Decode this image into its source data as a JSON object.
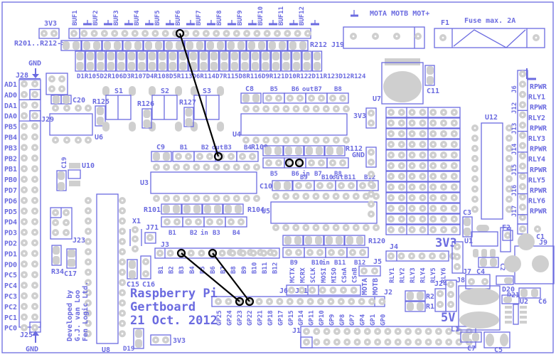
{
  "board": {
    "title_lines": [
      "Raspberry Pi",
      "Gertboard",
      "21 Oct. 2012"
    ],
    "credit_lines": [
      "Developed by",
      "G.J. van Loo",
      "Fen Logic Ltd."
    ],
    "colors": {
      "silkscreen": "#6b6be0",
      "pad": "#cfcfcf",
      "wire": "#000000",
      "background": "#ffffff"
    }
  },
  "top_area": {
    "label_3v3": "3V3",
    "buffers": [
      "BUF1",
      "BUF2",
      "BUF3",
      "BUF4",
      "BUF5",
      "BUF6",
      "BUF7",
      "BUF8",
      "BUF9",
      "BUF10",
      "BUF11",
      "BUF12"
    ],
    "resistor_range_label": "R201..R212->",
    "r212_label": "R212",
    "led_resistor_labels": [
      "D1",
      "R105",
      "D2",
      "R106",
      "D3",
      "R107",
      "D4",
      "R108",
      "D5",
      "R113",
      "D6",
      "R114",
      "D7",
      "R115",
      "D8",
      "R116",
      "D9",
      "R121",
      "D10",
      "R122",
      "D11",
      "R123",
      "D12",
      "R124"
    ],
    "motor_labels": "MOTA MOTB MOT+",
    "j19_label": "J19",
    "fuse_ref": "F1",
    "fuse_label": "Fuse max. 2A"
  },
  "left_header": {
    "j28_label": "J28",
    "gnd_top": "GND",
    "pins": [
      "AD1",
      "AD0",
      "DA1",
      "DA0",
      "PB5",
      "PB4",
      "PB3",
      "PB2",
      "PB1",
      "PB0",
      "PD7",
      "PD6",
      "PD5",
      "PD4",
      "PD3",
      "PD2",
      "PD1",
      "PD0",
      "PC5",
      "PC4",
      "PC3",
      "PC2",
      "PC1",
      "PC0"
    ],
    "j25_label": "J25",
    "gnd_bottom": "GND"
  },
  "components": {
    "c20": "C20",
    "r125": "R125",
    "j29": "J29",
    "u6": "U6",
    "s1": "S1",
    "s2": "S2",
    "s3": "S3",
    "r126": "R126",
    "r127": "R127",
    "c19": "C19",
    "u10": "U10",
    "u8": "U8",
    "j23": "J23",
    "r34": "R34",
    "c17": "C17",
    "x1": "X1",
    "j71": "J71",
    "c15": "C15",
    "c16": "C16",
    "d19": "D19",
    "label_3v3_bottom": "3V3",
    "c8": "C8",
    "u4": "U4",
    "u7": "U7",
    "c11": "C11",
    "label_3v3_mid": "3V3",
    "c9": "C9",
    "u3": "U3",
    "r109": "R109",
    "r112": "R112",
    "gnd_mid": "GND",
    "r101": "R101",
    "r104": "R104",
    "c10": "C10",
    "u5": "U5",
    "r120": "R120",
    "u12": "U12",
    "c3": "C3",
    "u1": "U1",
    "f2": "F2",
    "c1": "C1",
    "j9": "J9",
    "c2": "C2",
    "c4": "C4",
    "j7": "J7",
    "j8": "J8",
    "d20": "D20",
    "d21": "D21",
    "u2": "U2",
    "c6": "C6",
    "j24": "J24",
    "r1": "R1",
    "r2": "R2",
    "label_5v": "5V",
    "label_3v3_right": "3V3",
    "l1": "L1",
    "c7": "C7",
    "c5": "C5"
  },
  "buffer_headers": {
    "u4_out": [
      "B5",
      "B6",
      "out",
      "B7",
      "B8"
    ],
    "u3_out": [
      "B1",
      "B2",
      "out",
      "B3",
      "B4"
    ],
    "u3_in": [
      "B1",
      "B2",
      "in",
      "B3",
      "B4"
    ],
    "u5_in_top": [
      "B5",
      "B6",
      "in",
      "B7",
      "B8"
    ],
    "u5_out": [
      "B9",
      "B10",
      "out",
      "B11",
      "B12"
    ],
    "u5_in_bottom": [
      "B9",
      "B10",
      "in",
      "B11",
      "B12"
    ]
  },
  "j3": {
    "label": "J3",
    "pins": [
      "B1",
      "B2",
      "B3",
      "B4",
      "B5",
      "B6",
      "B7",
      "B8",
      "B9",
      "B10",
      "B11",
      "B12"
    ]
  },
  "j2": {
    "label": "J2",
    "j64_label": "J64",
    "pins": [
      "GP25",
      "GP24",
      "GP23",
      "GP22",
      "GP21",
      "GP18",
      "GP17",
      "GP15",
      "GP14",
      "GP11",
      "GP10",
      "GP9",
      "GP8",
      "GP7",
      "GP4",
      "GP1",
      "GP0"
    ]
  },
  "j11": {
    "label": "J11",
    "pins": [
      "MCTX",
      "MCRX",
      "SCLK",
      "MOSI",
      "MISO",
      "CSnA",
      "CSnB"
    ]
  },
  "j5": {
    "label": "J5",
    "pins": [
      "MOTA",
      "MOTB"
    ]
  },
  "j4": {
    "label": "J4",
    "pins": [
      "RLY1",
      "RLY2",
      "RLY3",
      "RLY4",
      "RLY5",
      "RLY6"
    ]
  },
  "j1": {
    "label": "J1"
  },
  "relay_header": {
    "connectors": [
      "J6",
      "J12",
      "J13",
      "J14",
      "J15",
      "J16",
      "J17"
    ],
    "labels": [
      "RPWR",
      "RLY1",
      "RPWR",
      "RLY2",
      "RPWR",
      "RLY3",
      "RPWR",
      "RLY4",
      "RPWR",
      "RLY5",
      "RPWR",
      "RLY6",
      "RPWR"
    ]
  },
  "jumper_wires": [
    {
      "from": "BUF6",
      "to": "U3 out B3"
    },
    {
      "from": "J3 B3",
      "to": "GP23"
    },
    {
      "from": "J3 B6",
      "to": "GP22"
    },
    {
      "from": "U5 in B6",
      "to": "jumper"
    }
  ]
}
